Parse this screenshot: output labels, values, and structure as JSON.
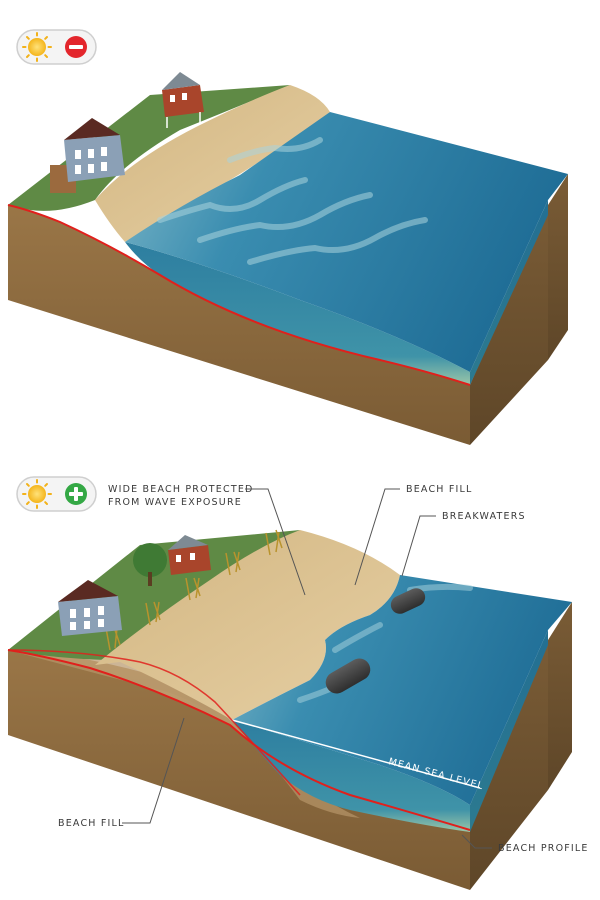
{
  "panels": {
    "before": {
      "indicator": {
        "weather_icon": "sun-icon",
        "status_icon": "minus-icon",
        "status_color": "#e3262c"
      }
    },
    "after": {
      "indicator": {
        "weather_icon": "sun-icon",
        "status_icon": "plus-icon",
        "status_color": "#34a845"
      },
      "labels": {
        "wide_beach_line1": "WIDE BEACH PROTECTED",
        "wide_beach_line2": "FROM WAVE EXPOSURE",
        "beach_fill_top": "BEACH FILL",
        "breakwaters": "BREAKWATERS",
        "mean_sea_level": "MEAN SEA LEVEL",
        "beach_fill_bottom": "BEACH FILL",
        "beach_profile": "BEACH PROFILE"
      }
    }
  },
  "colors": {
    "water": "#2f7fa3",
    "sand": "#d9bd8c",
    "grass": "#5f8a45",
    "soil": "#8a6a40",
    "profile_line": "#e0201c"
  }
}
